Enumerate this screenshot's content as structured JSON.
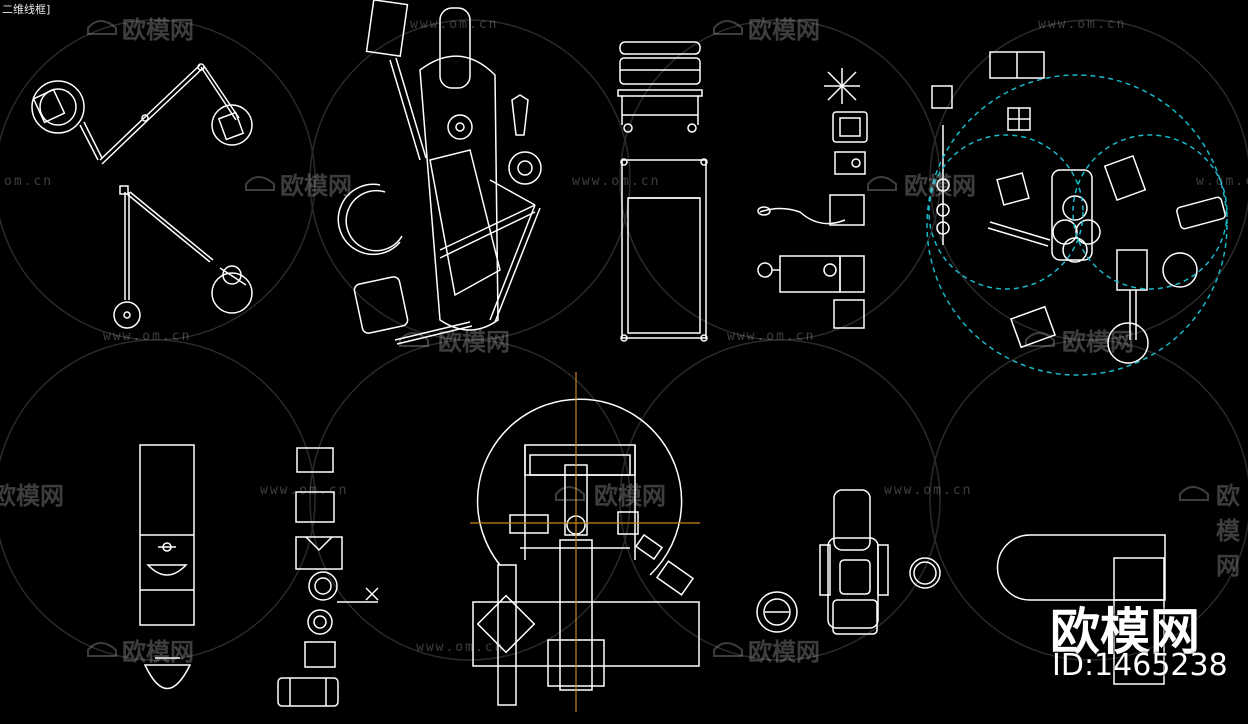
{
  "viewport_label": "二维线框]",
  "watermark": {
    "url_text": "www.om.cn",
    "url_text_short": "om.cn",
    "brand_text": "欧模网",
    "url_partial": "w.om.cn"
  },
  "footer_brand": {
    "name": "欧模网",
    "id_text": "ID:1465238"
  },
  "colors": {
    "background": "#000000",
    "line": "#ffffff",
    "circle_guide": "#2a2a2a",
    "cyan_dashed": "#19b8c8",
    "axis_orange": "#c8861e"
  }
}
